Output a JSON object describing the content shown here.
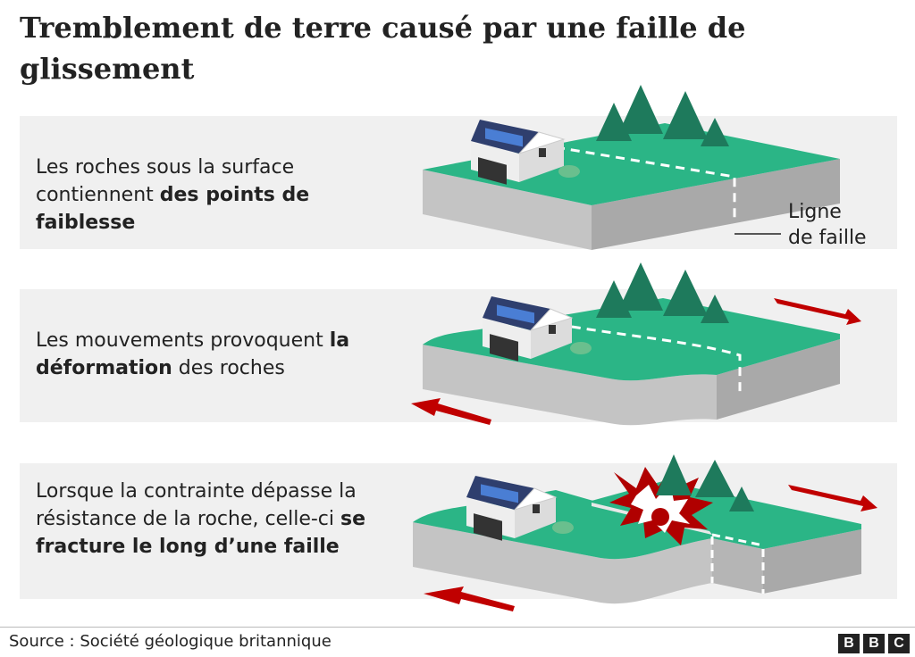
{
  "title": "Tremblement de terre causé par une faille de glissement",
  "steps": [
    {
      "pre": "Les roches sous la surface contiennent ",
      "bold": "des points de faiblesse",
      "post": ""
    },
    {
      "pre": "Les mouvements provoquent ",
      "bold": "la déformation",
      "post": " des roches"
    },
    {
      "pre": "Lorsque la contrainte dépasse la résistance de la roche, celle-ci ",
      "bold": "se fracture le long d’une faille",
      "post": ""
    }
  ],
  "fault_label_line1": "Ligne",
  "fault_label_line2": "de faille",
  "source": "Source : Société géologique britannique",
  "logo": [
    "B",
    "B",
    "C"
  ],
  "colors": {
    "grass": "#2bb586",
    "grass_dark": "#1f9a70",
    "rock": "#c4c4c4",
    "rock_dark": "#9e9e9e",
    "arrow": "#c00000",
    "burst": "#b00000",
    "panel": "#f0f0f0",
    "tree": "#1e7a5c",
    "roof": "#2f3f6e"
  }
}
